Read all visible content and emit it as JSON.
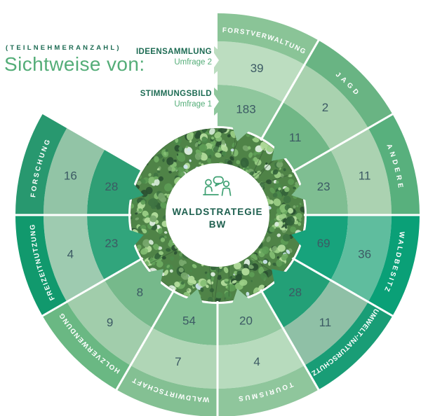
{
  "header": {
    "kicker": "(TEILNEHMERANZAHL)",
    "title": "Sichtweise von:"
  },
  "legend": {
    "idea": {
      "label": "IDEENSAMMLUNG",
      "sublabel": "Umfrage 2"
    },
    "mood": {
      "label": "STIMMUNGSBILD",
      "sublabel": "Umfrage 1"
    }
  },
  "center": {
    "title_line1": "WALDSTRATEGIE",
    "title_line2": "BW"
  },
  "colors": {
    "kicker": "#1d6b53",
    "title": "#54ad78",
    "legend_label": "#1d6b53",
    "legend_sub": "#54ad78",
    "center_text": "#1d5f4e",
    "icon_stroke": "#3fa173",
    "value_text": "#3c5a64",
    "segment_label_text": "#ffffff",
    "separator": "#ffffff",
    "background": "#ffffff"
  },
  "chart_data": {
    "type": "radial-bar",
    "title": "Sichtweise von: (Teilnehmeranzahl)",
    "categories": [
      "FORSTVERWALTUNG",
      "JAGD",
      "ANDERE",
      "WALDBESITZ",
      "UMWELT-/NATURSCHUTZ",
      "TOURISMUS",
      "WALDWIRTSCHAFT",
      "HOLZVERWENDUNG",
      "FREIZEITNUTZUNG",
      "FORSCHUNG"
    ],
    "series": [
      {
        "name": "IDEENSAMMLUNG (Umfrage 2)",
        "ring": "outer",
        "values": [
          39,
          2,
          11,
          36,
          11,
          4,
          7,
          9,
          4,
          16
        ]
      },
      {
        "name": "STIMMUNGSBILD (Umfrage 1)",
        "ring": "inner",
        "values": [
          183,
          11,
          23,
          69,
          28,
          20,
          54,
          8,
          23,
          28
        ]
      }
    ],
    "segment_colors": [
      {
        "label": "#8ac497",
        "outer": "#bcddc0",
        "inner": "#8fc79d"
      },
      {
        "label": "#69b483",
        "outer": "#a9d2af",
        "inner": "#70b786"
      },
      {
        "label": "#58b07d",
        "outer": "#abd2b1",
        "inner": "#7fbe92"
      },
      {
        "label": "#0aa077",
        "outer": "#5fbd9e",
        "inner": "#17a37c"
      },
      {
        "label": "#199d76",
        "outer": "#8fc0a6",
        "inner": "#23a077"
      },
      {
        "label": "#8fc69c",
        "outer": "#b7dbbd",
        "inner": "#93c9a0"
      },
      {
        "label": "#84c093",
        "outer": "#b0d6b6",
        "inner": "#7ebf91"
      },
      {
        "label": "#6ab883",
        "outer": "#a1cdab",
        "inner": "#76b98b"
      },
      {
        "label": "#11996d",
        "outer": "#9ecbb0",
        "inner": "#31a57c"
      },
      {
        "label": "#28986f",
        "outer": "#92c4a6",
        "inner": "#2f9f75"
      }
    ],
    "layout": {
      "start_angle_deg": 0,
      "sweep_per_segment_deg": 30,
      "gap_deg": 60,
      "gap_position": "top-left",
      "legend_position": "in-gap-top-left",
      "grid": false
    }
  }
}
